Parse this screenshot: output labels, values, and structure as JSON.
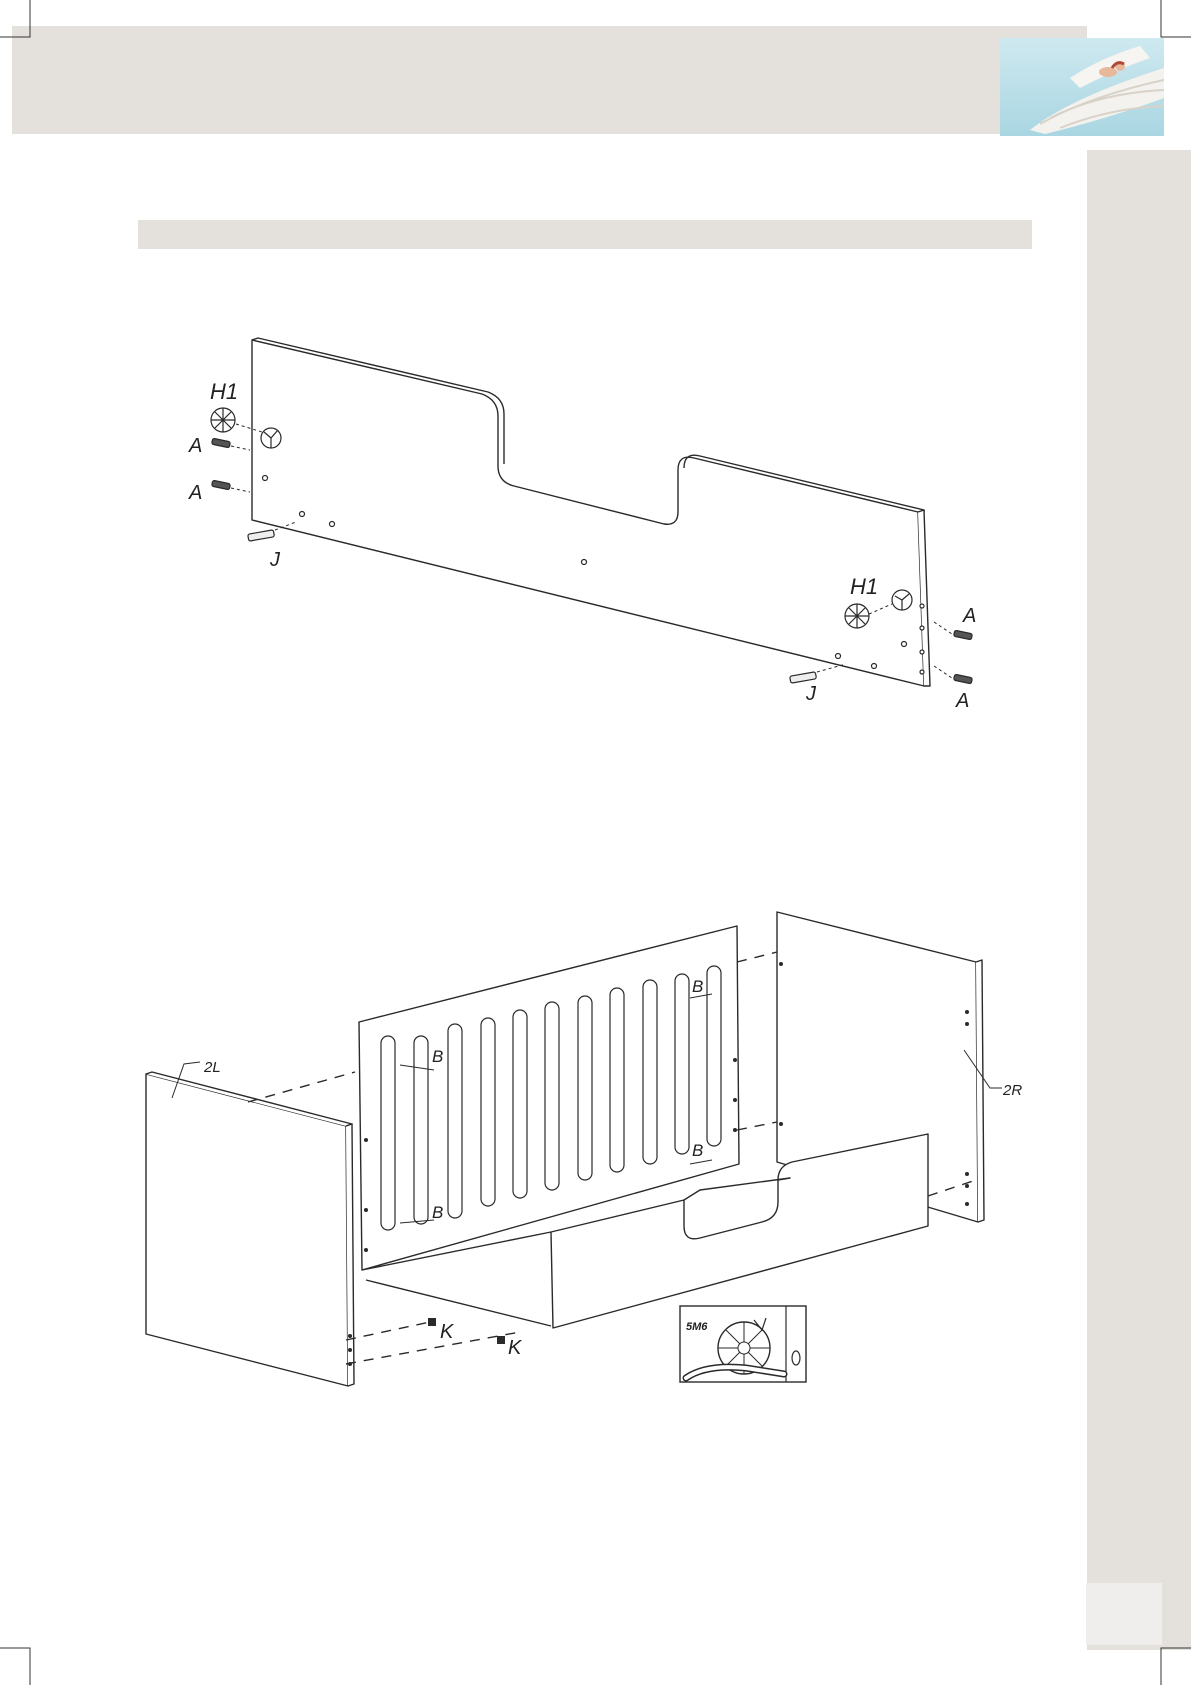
{
  "colors": {
    "band": "#e4e0dc",
    "line": "#2a2a2a",
    "logo_sky": "#a9d6e2"
  },
  "icons": {
    "logo": "angel-on-wings-logo",
    "crop_marks": "crop-mark-icon"
  },
  "diagram_top": {
    "labels": {
      "h1_left": "H1",
      "h1_right": "H1",
      "a_left_1": "A",
      "a_left_2": "A",
      "a_right_1": "A",
      "a_right_2": "A",
      "j_left": "J",
      "j_right": "J"
    }
  },
  "diagram_bottom": {
    "labels": {
      "panel_2l": "2L",
      "panel_2r": "2R",
      "b1": "B",
      "b2": "B",
      "b3": "B",
      "b4": "B",
      "k1": "K",
      "k2": "K",
      "inset_code": "5M6"
    }
  }
}
